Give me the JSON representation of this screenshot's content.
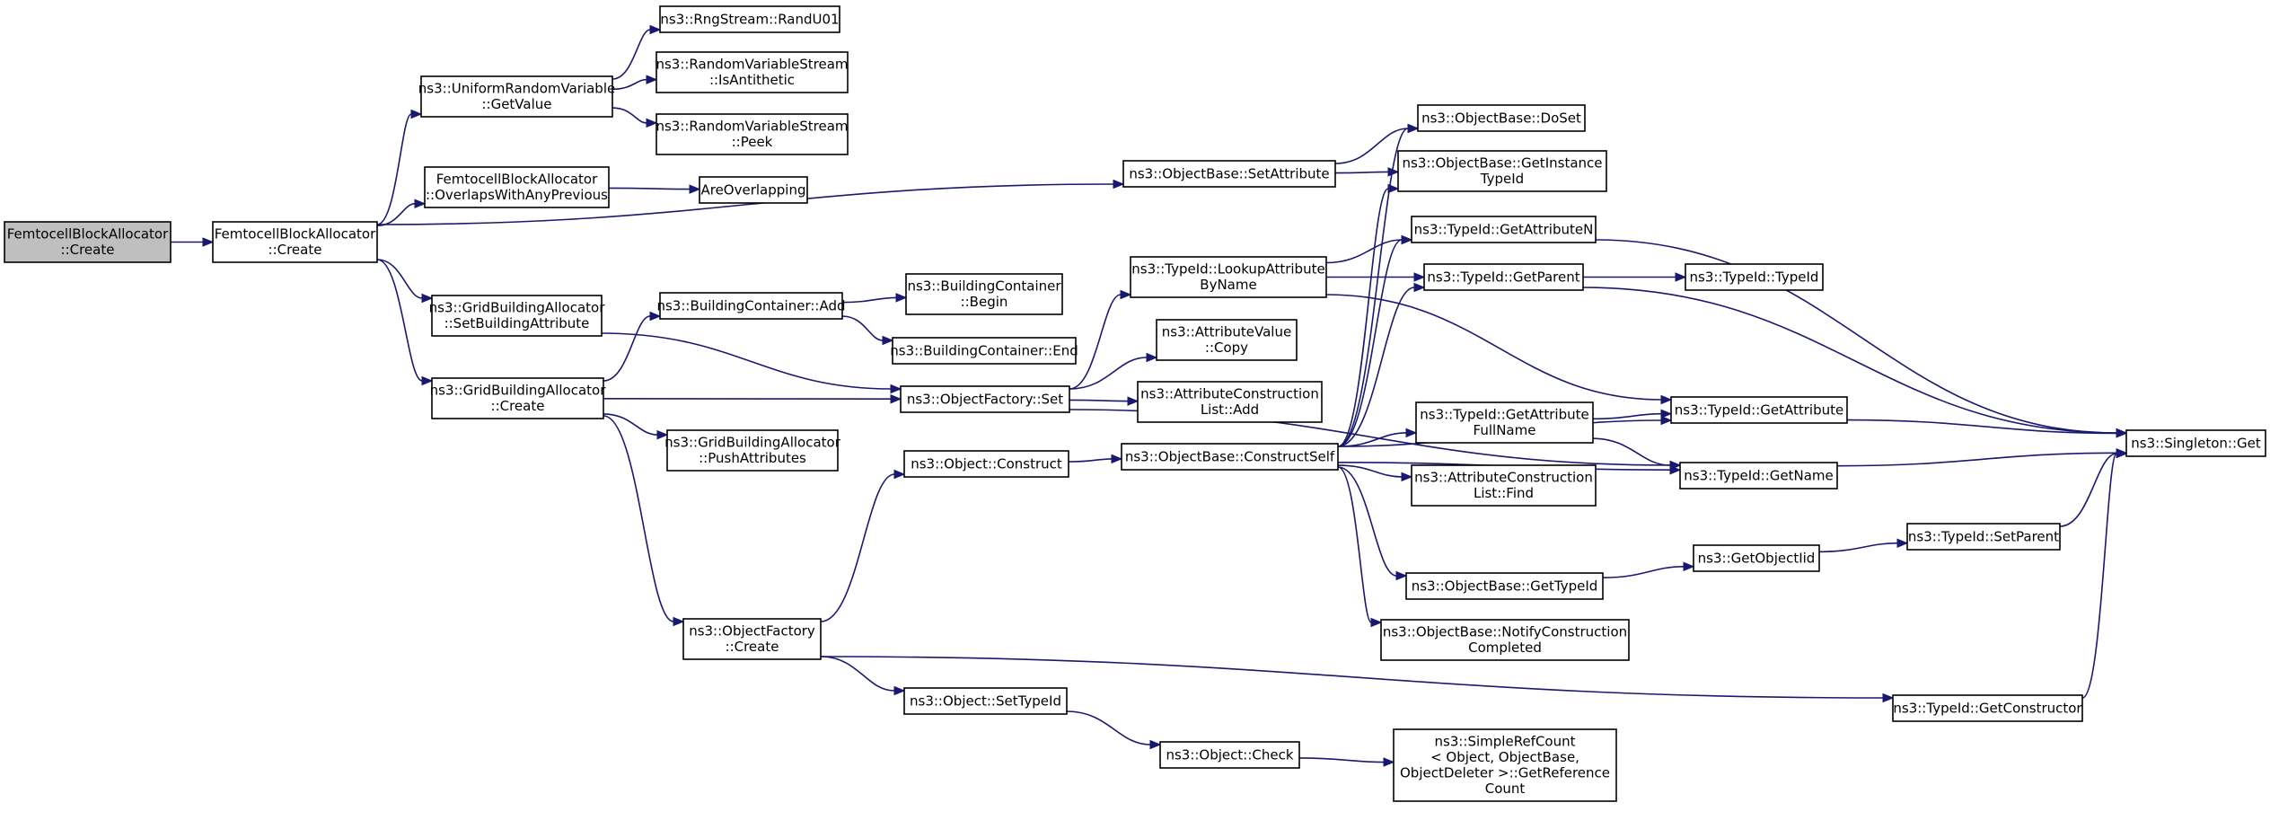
{
  "graph": {
    "nodes": [
      {
        "id": "n0",
        "lines": [
          "FemtocellBlockAllocator",
          "::Create"
        ],
        "root": true
      },
      {
        "id": "n1",
        "lines": [
          "FemtocellBlockAllocator",
          "::Create"
        ]
      },
      {
        "id": "n2",
        "lines": [
          "ns3::UniformRandomVariable",
          "::GetValue"
        ]
      },
      {
        "id": "n3",
        "lines": [
          "FemtocellBlockAllocator",
          "::OverlapsWithAnyPrevious"
        ]
      },
      {
        "id": "n4",
        "lines": [
          "ns3::GridBuildingAllocator",
          "::SetBuildingAttribute"
        ]
      },
      {
        "id": "n5",
        "lines": [
          "ns3::GridBuildingAllocator",
          "::Create"
        ]
      },
      {
        "id": "n6",
        "lines": [
          "ns3::RngStream::RandU01"
        ]
      },
      {
        "id": "n7",
        "lines": [
          "ns3::RandomVariableStream",
          "::IsAntithetic"
        ]
      },
      {
        "id": "n8",
        "lines": [
          "ns3::RandomVariableStream",
          "::Peek"
        ]
      },
      {
        "id": "n9",
        "lines": [
          "AreOverlapping"
        ]
      },
      {
        "id": "n10",
        "lines": [
          "ns3::BuildingContainer::Add"
        ]
      },
      {
        "id": "n11",
        "lines": [
          "ns3::BuildingContainer",
          "::Begin"
        ]
      },
      {
        "id": "n12",
        "lines": [
          "ns3::BuildingContainer::End"
        ]
      },
      {
        "id": "n13",
        "lines": [
          "ns3::ObjectFactory::Set"
        ]
      },
      {
        "id": "n14",
        "lines": [
          "ns3::GridBuildingAllocator",
          "::PushAttributes"
        ]
      },
      {
        "id": "n15",
        "lines": [
          "ns3::Object::Construct"
        ]
      },
      {
        "id": "n16",
        "lines": [
          "ns3::ObjectFactory",
          "::Create"
        ]
      },
      {
        "id": "n17",
        "lines": [
          "ns3::Object::SetTypeId"
        ]
      },
      {
        "id": "n18",
        "lines": [
          "ns3::Object::Check"
        ]
      },
      {
        "id": "n19",
        "lines": [
          "ns3::ObjectBase::SetAttribute"
        ]
      },
      {
        "id": "n20",
        "lines": [
          "ns3::TypeId::LookupAttribute",
          "ByName"
        ]
      },
      {
        "id": "n21",
        "lines": [
          "ns3::AttributeValue",
          "::Copy"
        ]
      },
      {
        "id": "n22",
        "lines": [
          "ns3::AttributeConstruction",
          "List::Add"
        ]
      },
      {
        "id": "n23",
        "lines": [
          "ns3::ObjectBase::ConstructSelf"
        ]
      },
      {
        "id": "n24",
        "lines": [
          "ns3::ObjectBase::DoSet"
        ]
      },
      {
        "id": "n25",
        "lines": [
          "ns3::ObjectBase::GetInstance",
          "TypeId"
        ]
      },
      {
        "id": "n26",
        "lines": [
          "ns3::TypeId::GetAttributeN"
        ]
      },
      {
        "id": "n27",
        "lines": [
          "ns3::TypeId::GetParent"
        ]
      },
      {
        "id": "n28",
        "lines": [
          "ns3::TypeId::GetAttribute",
          "FullName"
        ]
      },
      {
        "id": "n29",
        "lines": [
          "ns3::AttributeConstruction",
          "List::Find"
        ]
      },
      {
        "id": "n30",
        "lines": [
          "ns3::ObjectBase::GetTypeId"
        ]
      },
      {
        "id": "n31",
        "lines": [
          "ns3::ObjectBase::NotifyConstruction",
          "Completed"
        ]
      },
      {
        "id": "n32",
        "lines": [
          "ns3::SimpleRefCount",
          "< Object, ObjectBase,",
          "ObjectDeleter >::GetReference",
          "Count"
        ]
      },
      {
        "id": "n33",
        "lines": [
          "ns3::TypeId::TypeId"
        ]
      },
      {
        "id": "n34",
        "lines": [
          "ns3::TypeId::GetAttribute"
        ]
      },
      {
        "id": "n35",
        "lines": [
          "ns3::TypeId::GetName"
        ]
      },
      {
        "id": "n36",
        "lines": [
          "ns3::GetObjectIid"
        ]
      },
      {
        "id": "n37",
        "lines": [
          "ns3::TypeId::SetParent"
        ]
      },
      {
        "id": "n38",
        "lines": [
          "ns3::TypeId::GetConstructor"
        ]
      },
      {
        "id": "n39",
        "lines": [
          "ns3::Singleton::Get"
        ]
      }
    ],
    "edges": [
      [
        "n0",
        "n1"
      ],
      [
        "n1",
        "n2"
      ],
      [
        "n1",
        "n3"
      ],
      [
        "n1",
        "n19"
      ],
      [
        "n1",
        "n4"
      ],
      [
        "n1",
        "n5"
      ],
      [
        "n2",
        "n6"
      ],
      [
        "n2",
        "n7"
      ],
      [
        "n2",
        "n8"
      ],
      [
        "n3",
        "n9"
      ],
      [
        "n4",
        "n13"
      ],
      [
        "n5",
        "n10"
      ],
      [
        "n5",
        "n13"
      ],
      [
        "n5",
        "n14"
      ],
      [
        "n5",
        "n16"
      ],
      [
        "n10",
        "n11"
      ],
      [
        "n10",
        "n12"
      ],
      [
        "n13",
        "n20"
      ],
      [
        "n13",
        "n21"
      ],
      [
        "n13",
        "n22"
      ],
      [
        "n13",
        "n35"
      ],
      [
        "n15",
        "n23"
      ],
      [
        "n16",
        "n15"
      ],
      [
        "n16",
        "n17"
      ],
      [
        "n16",
        "n38"
      ],
      [
        "n17",
        "n18"
      ],
      [
        "n18",
        "n32"
      ],
      [
        "n19",
        "n24"
      ],
      [
        "n19",
        "n25"
      ],
      [
        "n20",
        "n26"
      ],
      [
        "n20",
        "n27"
      ],
      [
        "n20",
        "n34"
      ],
      [
        "n23",
        "n24"
      ],
      [
        "n23",
        "n25"
      ],
      [
        "n23",
        "n26"
      ],
      [
        "n23",
        "n27"
      ],
      [
        "n23",
        "n34"
      ],
      [
        "n23",
        "n28"
      ],
      [
        "n23",
        "n29"
      ],
      [
        "n23",
        "n35"
      ],
      [
        "n23",
        "n30"
      ],
      [
        "n23",
        "n31"
      ],
      [
        "n26",
        "n39"
      ],
      [
        "n27",
        "n33"
      ],
      [
        "n27",
        "n39"
      ],
      [
        "n28",
        "n34"
      ],
      [
        "n28",
        "n35"
      ],
      [
        "n30",
        "n36"
      ],
      [
        "n36",
        "n37"
      ],
      [
        "n37",
        "n39"
      ],
      [
        "n34",
        "n39"
      ],
      [
        "n35",
        "n39"
      ],
      [
        "n38",
        "n39"
      ]
    ]
  }
}
